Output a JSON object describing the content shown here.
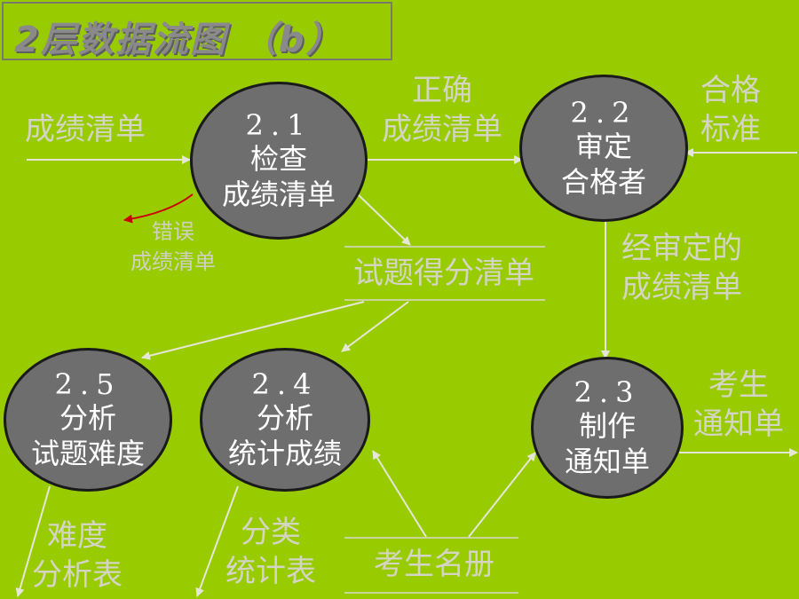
{
  "title": "2层数据流图 （b）",
  "processes": [
    {
      "id": "2.1",
      "name_lines": [
        "检查",
        "成绩清单"
      ]
    },
    {
      "id": "2.2",
      "name_lines": [
        "审定",
        "合格者"
      ]
    },
    {
      "id": "2.3",
      "name_lines": [
        "制作",
        "通知单"
      ]
    },
    {
      "id": "2.4",
      "name_lines": [
        "分析",
        "统计成绩"
      ]
    },
    {
      "id": "2.5",
      "name_lines": [
        "分析",
        "试题难度"
      ]
    }
  ],
  "flows": {
    "score_list_in": "成绩清单",
    "correct_score_list": [
      "正确",
      "成绩清单"
    ],
    "pass_standard": [
      "合格",
      "标准"
    ],
    "error_score_list": [
      "错误",
      "成绩清单"
    ],
    "approved_score_list": [
      "经审定的",
      "成绩清单"
    ],
    "admission_notice": [
      "考生",
      "通知单"
    ],
    "difficulty_table": [
      "难度",
      "分析表"
    ],
    "category_stats": [
      "分类",
      "统计表"
    ]
  },
  "stores": {
    "question_scores": "试题得分清单",
    "student_roster": "考生名册"
  },
  "colors": {
    "background": "#99cc00",
    "process_fill": "#6e6e6e",
    "process_border": "#1a1a1a",
    "flow_text": "#d4d4c4",
    "error_arrow": "#cc0000"
  }
}
